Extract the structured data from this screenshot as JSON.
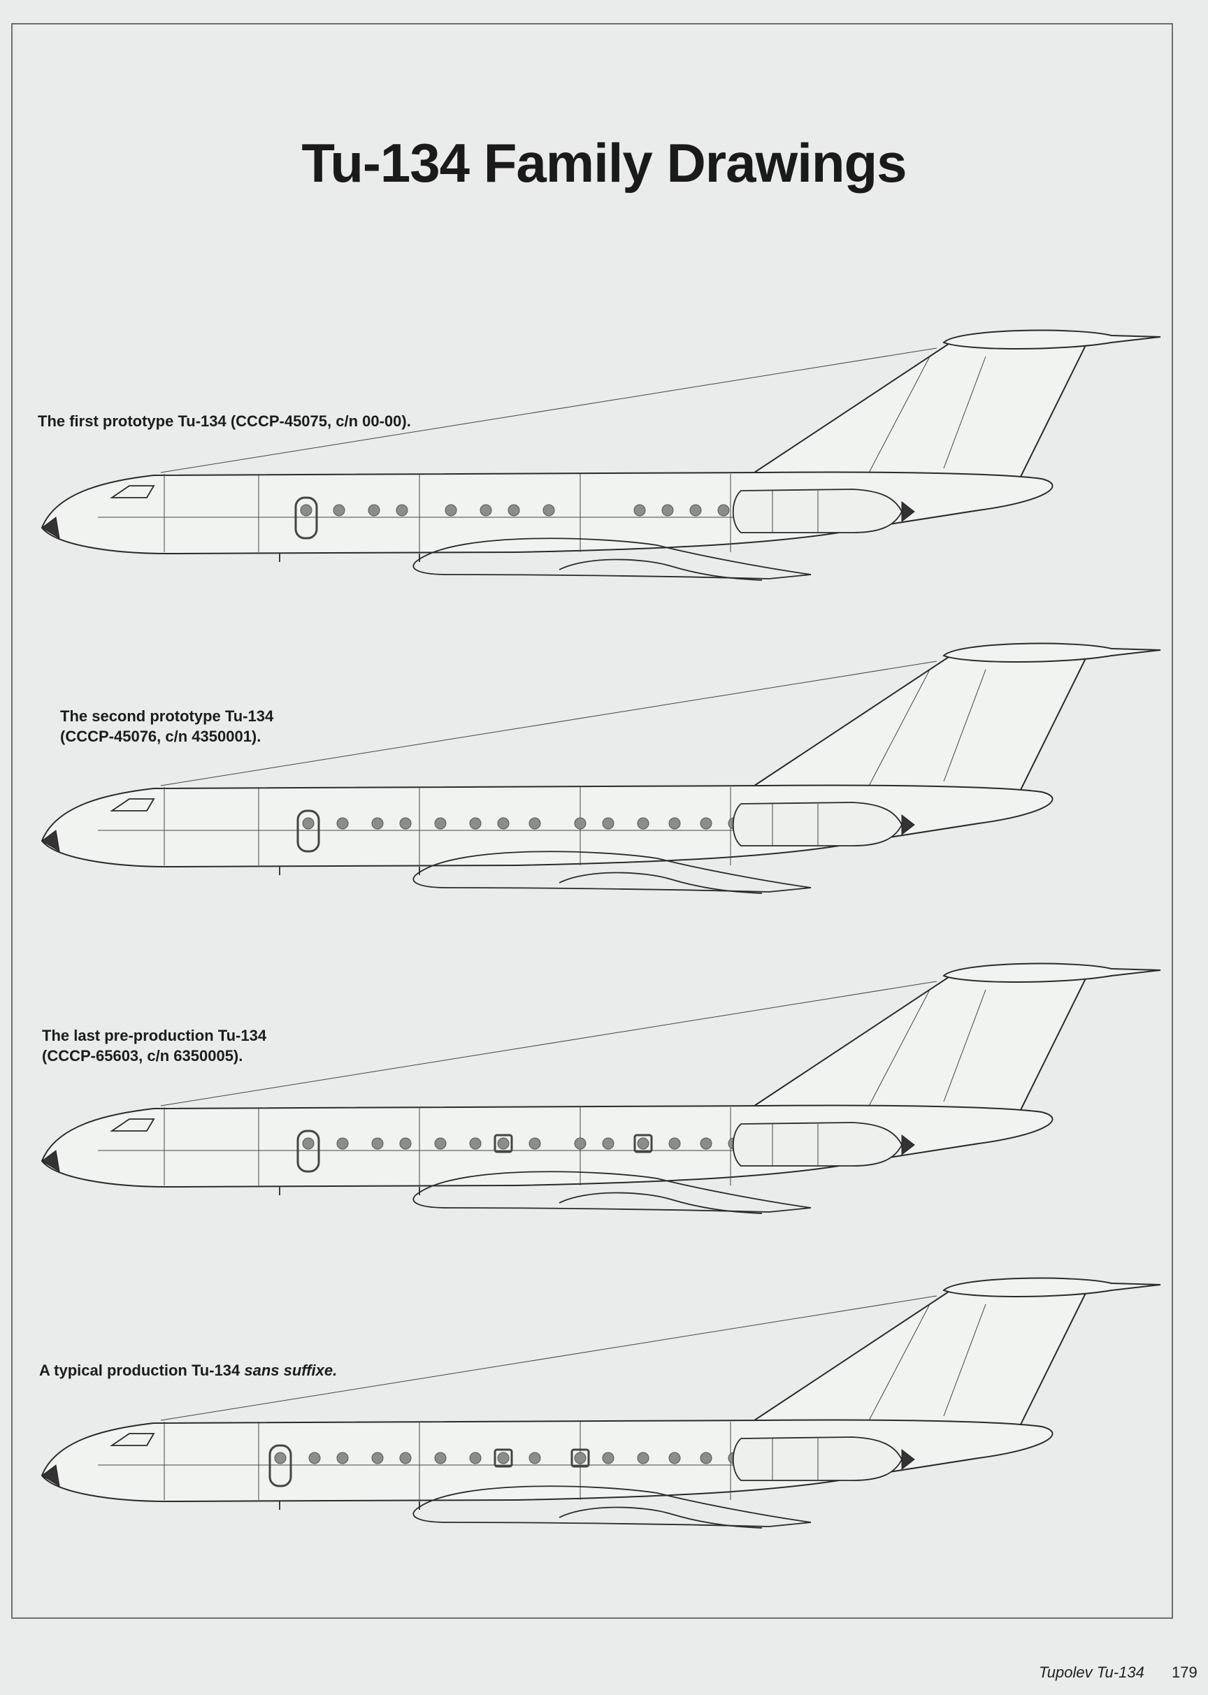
{
  "page": {
    "title": "Tu-134 Family Drawings",
    "footer_title": "Tupolev Tu-134",
    "page_number": "179"
  },
  "drawings": [
    {
      "caption_line1": "The first prototype Tu-134 (CCCP-45075,  c/n 00-00).",
      "caption_line2": "",
      "caption_plain": "",
      "caption_italic": ""
    },
    {
      "caption_line1": "The second prototype Tu-134",
      "caption_line2": "(CCCP-45076, c/n 4350001).",
      "caption_plain": "",
      "caption_italic": ""
    },
    {
      "caption_line1": "The last pre-production Tu-134",
      "caption_line2": "(CCCP-65603, c/n 6350005).",
      "caption_plain": "",
      "caption_italic": ""
    },
    {
      "caption_line1": "",
      "caption_line2": "",
      "caption_plain": "A typical production Tu-134 ",
      "caption_italic": "sans suffixe."
    }
  ]
}
